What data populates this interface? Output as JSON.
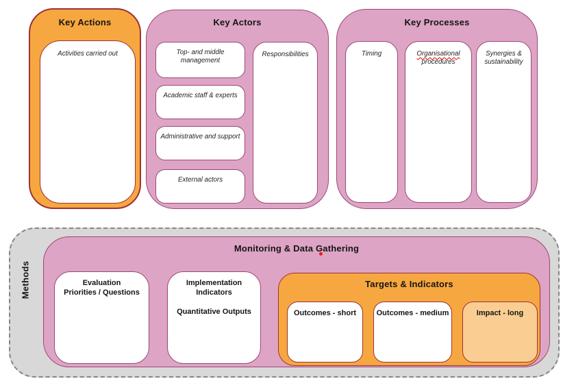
{
  "colors": {
    "orange_fill": "#F7A73F",
    "orange_border": "#9A3339",
    "pink_fill": "#DDA4C5",
    "pink_border": "#9C4873",
    "light_orange_fill": "#FACE92",
    "gray_fill": "#D8D8D8",
    "gray_dashed_border": "#858585",
    "spellcheck_red": "#E00000"
  },
  "key_actions": {
    "title": "Key Actions",
    "item": "Activities carried out"
  },
  "key_actors": {
    "title": "Key Actors",
    "items": [
      "Top- and middle management",
      "Academic staff & experts",
      "Administrative and support",
      "External actors"
    ],
    "responsibilities": "Responsibilities"
  },
  "key_processes": {
    "title": "Key Processes",
    "timing": "Timing",
    "org_word1": "Organisational",
    "org_word2": "procedures",
    "synergies": "Synergies & sustainability"
  },
  "methods": {
    "label": "Methods",
    "monitoring_title": "Monitoring & Data Gathering",
    "evaluation_line1": "Evaluation",
    "evaluation_line2": "Priorities / Questions",
    "implementation_line1": "Implementation",
    "implementation_line2": "Indicators",
    "implementation_line3": "Quantitative Outputs",
    "targets": {
      "title": "Targets & Indicators",
      "items": [
        "Outcomes - short",
        "Outcomes - medium",
        "Impact - long"
      ]
    }
  }
}
